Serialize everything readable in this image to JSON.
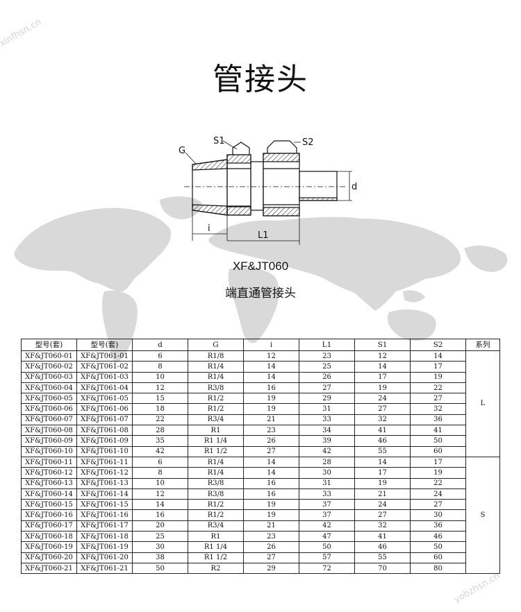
{
  "title": "管接头",
  "model": "XF&JT060",
  "subtitle": "端直通管接头",
  "watermarks": [
    "xinfhsn.cn",
    "yobzhsn.cn"
  ],
  "diagram_labels": {
    "g": "G",
    "s1": "S1",
    "s2": "S2",
    "d": "d",
    "i": "i",
    "l1": "L1"
  },
  "table": {
    "headers": [
      "型号(套)",
      "型号(套)",
      "d",
      "G",
      "i",
      "L1",
      "S1",
      "S2",
      "系列"
    ],
    "series": [
      "L",
      "S"
    ],
    "rows": [
      [
        "XF&JT060-01",
        "XF&JT061-01",
        "6",
        "R1/8",
        "12",
        "23",
        "12",
        "14"
      ],
      [
        "XF&JT060-02",
        "XF&JT061-02",
        "8",
        "R1/4",
        "14",
        "25",
        "14",
        "17"
      ],
      [
        "XF&JT060-03",
        "XF&JT061-03",
        "10",
        "R1/4",
        "14",
        "26",
        "17",
        "19"
      ],
      [
        "XF&JT060-04",
        "XF&JT061-04",
        "12",
        "R3/8",
        "16",
        "27",
        "19",
        "22"
      ],
      [
        "XF&JT060-05",
        "XF&JT061-05",
        "15",
        "R1/2",
        "19",
        "29",
        "24",
        "27"
      ],
      [
        "XF&JT060-06",
        "XF&JT061-06",
        "18",
        "R1/2",
        "19",
        "31",
        "27",
        "32"
      ],
      [
        "XF&JT060-07",
        "XF&JT061-07",
        "22",
        "R3/4",
        "21",
        "33",
        "32",
        "36"
      ],
      [
        "XF&JT060-08",
        "XF&JT061-08",
        "28",
        "R1",
        "23",
        "34",
        "41",
        "41"
      ],
      [
        "XF&JT060-09",
        "XF&JT061-09",
        "35",
        "R1 1/4",
        "26",
        "39",
        "46",
        "50"
      ],
      [
        "XF&JT060-10",
        "XF&JT061-10",
        "42",
        "R1 1/2",
        "27",
        "42",
        "55",
        "60"
      ],
      [
        "XF&JT060-11",
        "XF&JT061-11",
        "6",
        "R1/4",
        "14",
        "28",
        "14",
        "17"
      ],
      [
        "XF&JT060-12",
        "XF&JT061-12",
        "8",
        "R1/4",
        "14",
        "30",
        "17",
        "19"
      ],
      [
        "XF&JT060-13",
        "XF&JT061-13",
        "10",
        "R3/8",
        "16",
        "31",
        "19",
        "22"
      ],
      [
        "XF&JT060-14",
        "XF&JT061-14",
        "12",
        "R3/8",
        "16",
        "33",
        "21",
        "24"
      ],
      [
        "XF&JT060-15",
        "XF&JT061-15",
        "14",
        "R1/2",
        "19",
        "37",
        "24",
        "27"
      ],
      [
        "XF&JT060-16",
        "XF&JT061-16",
        "16",
        "R1/2",
        "19",
        "37",
        "27",
        "30"
      ],
      [
        "XF&JT060-17",
        "XF&JT061-17",
        "20",
        "R3/4",
        "21",
        "42",
        "32",
        "36"
      ],
      [
        "XF&JT060-18",
        "XF&JT061-18",
        "25",
        "R1",
        "23",
        "47",
        "41",
        "46"
      ],
      [
        "XF&JT060-19",
        "XF&JT061-19",
        "30",
        "R1 1/4",
        "26",
        "50",
        "46",
        "50"
      ],
      [
        "XF&JT060-20",
        "XF&JT061-20",
        "38",
        "R1 1/2",
        "27",
        "57",
        "55",
        "60"
      ],
      [
        "XF&JT060-21",
        "XF&JT061-21",
        "50",
        "R2",
        "29",
        "72",
        "70",
        "80"
      ]
    ]
  }
}
